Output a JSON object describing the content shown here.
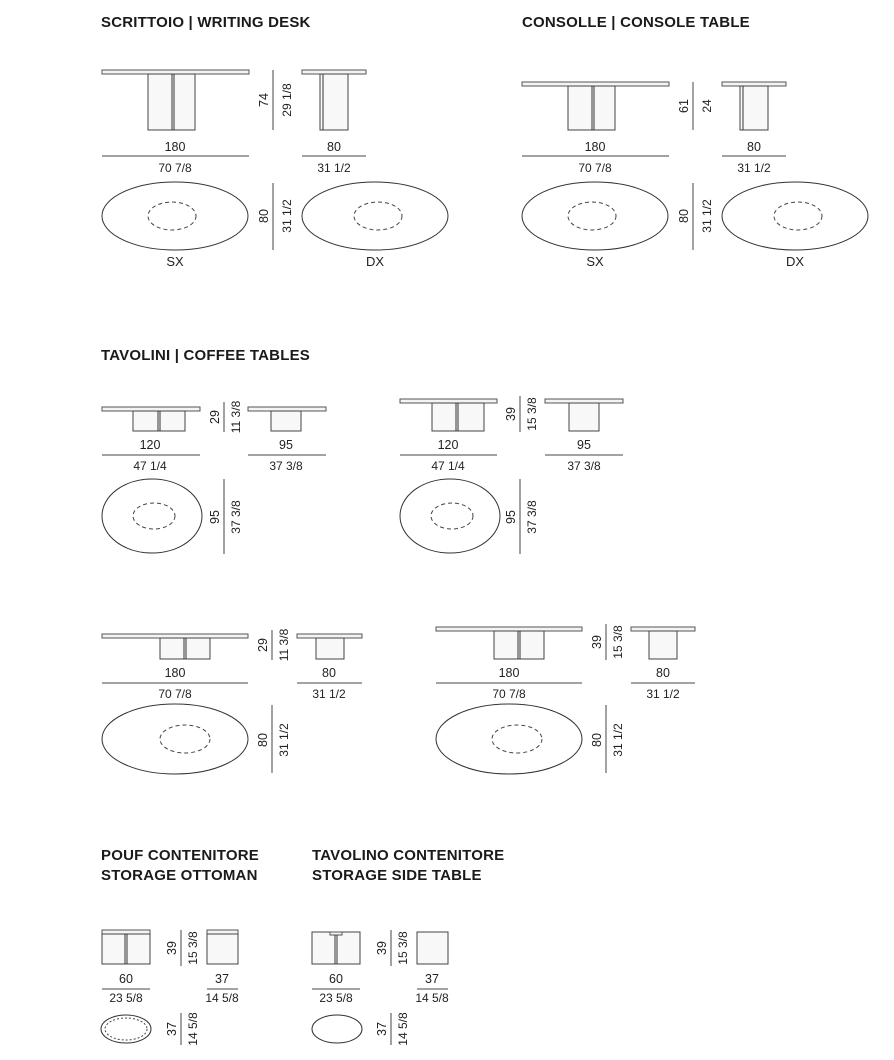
{
  "sections": {
    "writing_desk": {
      "title": "SCRITTOIO  |  WRITING DESK"
    },
    "console_table": {
      "title": "CONSOLLE  |  CONSOLE TABLE"
    },
    "coffee_tables": {
      "title": "TAVOLINI  |  COFFEE TABLES"
    },
    "storage_ottoman": {
      "title_it": "POUF CONTENITORE",
      "title_en": "STORAGE OTTOMAN"
    },
    "storage_side_table": {
      "title_it": "TAVOLINO CONTENITORE",
      "title_en": "STORAGE SIDE TABLE"
    }
  },
  "writing_desk": {
    "length_cm": "180",
    "length_in": "70 7/8",
    "height_cm": "74",
    "height_in": "29 1/8",
    "depth_cm": "80",
    "depth_in": "31 1/2",
    "plan_depth_cm": "80",
    "plan_depth_in": "31 1/2",
    "left_label": "SX",
    "right_label": "DX"
  },
  "console_table": {
    "length_cm": "180",
    "length_in": "70 7/8",
    "height_cm": "61",
    "height_in": "24",
    "depth_cm": "80",
    "depth_in": "31 1/2",
    "plan_depth_cm": "80",
    "plan_depth_in": "31 1/2",
    "left_label": "SX",
    "right_label": "DX"
  },
  "coffee_120_h29": {
    "length_cm": "120",
    "length_in": "47 1/4",
    "height_cm": "29",
    "height_in": "11 3/8",
    "depth_cm": "95",
    "depth_in": "37 3/8",
    "plan_cm": "95",
    "plan_in": "37 3/8"
  },
  "coffee_120_h39": {
    "length_cm": "120",
    "length_in": "47 1/4",
    "height_cm": "39",
    "height_in": "15 3/8",
    "depth_cm": "95",
    "depth_in": "37 3/8",
    "plan_cm": "95",
    "plan_in": "37 3/8"
  },
  "coffee_180_h29": {
    "length_cm": "180",
    "length_in": "70 7/8",
    "height_cm": "29",
    "height_in": "11 3/8",
    "depth_cm": "80",
    "depth_in": "31 1/2",
    "plan_cm": "80",
    "plan_in": "31 1/2"
  },
  "coffee_180_h39": {
    "length_cm": "180",
    "length_in": "70 7/8",
    "height_cm": "39",
    "height_in": "15 3/8",
    "depth_cm": "80",
    "depth_in": "31 1/2",
    "plan_cm": "80",
    "plan_in": "31 1/2"
  },
  "ottoman": {
    "width_cm": "60",
    "width_in": "23 5/8",
    "height_cm": "39",
    "height_in": "15 3/8",
    "depth_cm": "37",
    "depth_in": "14 5/8",
    "plan_cm": "37",
    "plan_in": "14 5/8"
  },
  "side_table": {
    "width_cm": "60",
    "width_in": "23 5/8",
    "height_cm": "39",
    "height_in": "15 3/8",
    "depth_cm": "37",
    "depth_in": "14 5/8",
    "plan_cm": "37",
    "plan_in": "14 5/8"
  }
}
